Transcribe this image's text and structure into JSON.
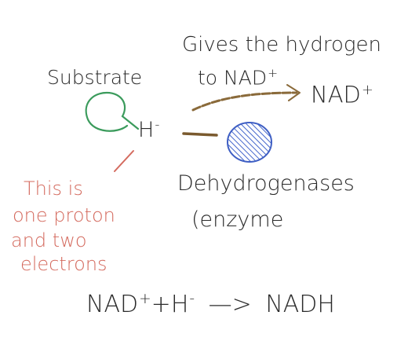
{
  "labels": {
    "substrate": "Substrate",
    "gives_line1": "Gives the hydrogen",
    "gives_line2_text": "to NAD",
    "gives_line2_sup": "+",
    "nad_text": "NAD",
    "nad_sup": "+",
    "hydride_text": "H",
    "hydride_sup": "-",
    "dehydrogenases": "Dehydrogenases",
    "enzyme": "(enzyme",
    "note_lines": [
      "This is",
      "one proton",
      "and two",
      "electrons"
    ],
    "equation": {
      "nad": "NAD",
      "nad_sup": "+",
      "plus": "+",
      "h": "H",
      "h_sup": "-",
      "arrow": "—>",
      "product": "NADH"
    }
  },
  "colors": {
    "ink": "#2b2b2b",
    "substrate": "#3b9b5c",
    "enzyme": "#4466cc",
    "note": "#d46a5e",
    "transfer_arrow": "#8a6a3a"
  }
}
